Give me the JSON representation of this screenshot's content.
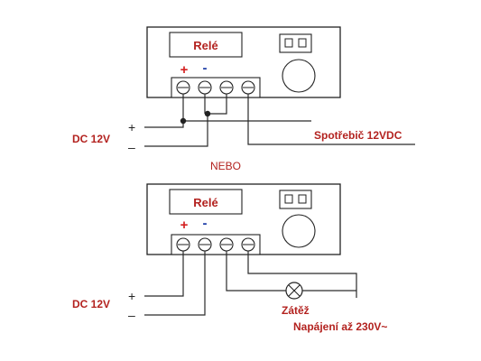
{
  "colors": {
    "label_red": "#b3221f",
    "plus_red": "#d42020",
    "minus_blue": "#1f3fa8",
    "line": "#2a2a2a"
  },
  "top": {
    "relay_label": "Relé",
    "plus": "+",
    "minus": "-",
    "dc_label": "DC 12V",
    "dc_plus": "+",
    "dc_minus": "–",
    "load_label": "Spotřebič 12VDC"
  },
  "separator": "NEBO",
  "bottom": {
    "relay_label": "Relé",
    "plus": "+",
    "minus": "-",
    "dc_label": "DC 12V",
    "dc_plus": "+",
    "dc_minus": "–",
    "load_label": "Zátěž",
    "supply_label": "Napájení až 230V~"
  },
  "icons": {
    "terminal": "screw-terminal-icon",
    "lamp": "lamp-icon",
    "socket": "socket-icon",
    "knob": "knob-icon"
  }
}
